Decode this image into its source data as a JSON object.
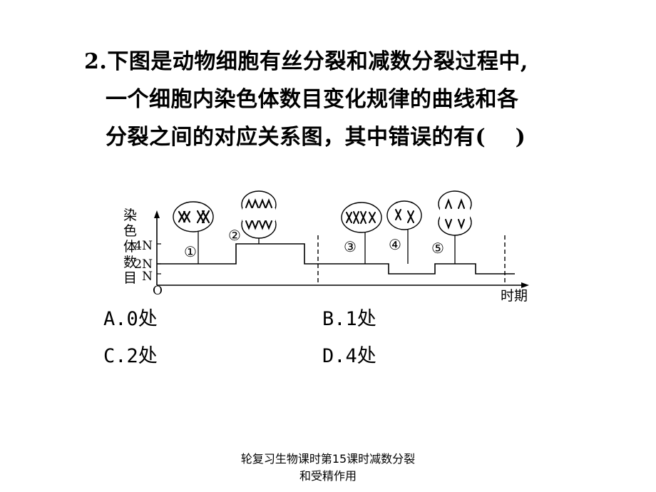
{
  "question": {
    "line1": "2.下图是动物细胞有丝分裂和减数分裂过程中,",
    "line2": "一个细胞内染色体数目变化规律的曲线和各",
    "line3": "分裂之间的对应关系图，其中错误的有(　 )"
  },
  "figure": {
    "ylabel_chars": [
      "染",
      "色",
      "体",
      "数",
      "目"
    ],
    "yticks": [
      "4N",
      "2N",
      "N"
    ],
    "origin": "O",
    "xlabel": "时期",
    "callouts": [
      "①",
      "②",
      "③",
      "④",
      "⑤"
    ]
  },
  "choices": {
    "a": "A.0处",
    "b": "B.1处",
    "c": "C.2处",
    "d": "D.4处"
  },
  "footer": {
    "line1": "轮复习生物课时第15课时减数分裂",
    "line2": "和受精作用"
  }
}
